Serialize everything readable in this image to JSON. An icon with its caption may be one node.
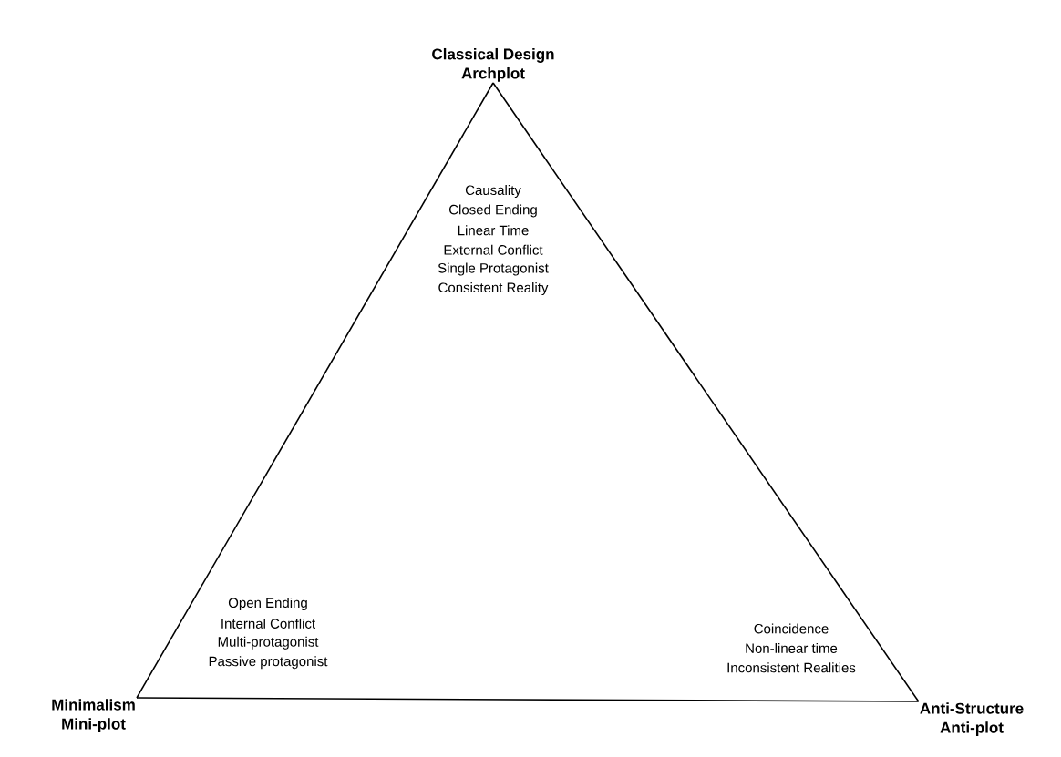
{
  "diagram": {
    "nodes": [
      {
        "text": [
          "Classical Design",
          "Archplot"
        ]
      },
      {
        "text": [
          "Minimalism",
          "Mini-plot"
        ]
      },
      {
        "text": [
          "Anti-Structure",
          "Anti-plot"
        ]
      }
    ],
    "edges": [
      {
        "from": 0,
        "to": 1,
        "arrow": "none"
      },
      {
        "from": 1,
        "to": 2,
        "arrow": "none"
      },
      {
        "from": 0,
        "to": 2,
        "arrow": "none"
      }
    ],
    "labels": [
      "Causality",
      "Closed Ending",
      "Linear Time",
      "External Conflict",
      "Single Protagonist",
      "Consistent Reality",
      "Open Ending",
      "Internal Conflict",
      "Multi-protagonist",
      "Passive protagonist",
      "Coincidence",
      "Non-linear time",
      "Inconsistent Realities"
    ]
  }
}
